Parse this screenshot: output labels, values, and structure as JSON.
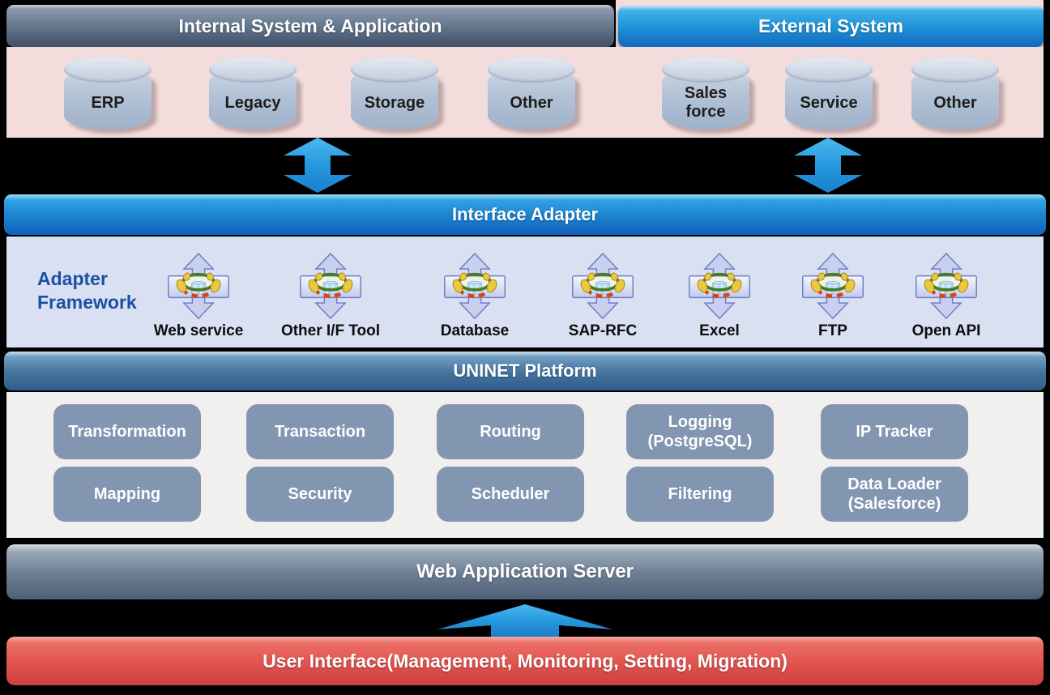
{
  "header": {
    "internal_label": "Internal System & Application",
    "external_label": "External System"
  },
  "systems": {
    "internal": [
      "ERP",
      "Legacy",
      "Storage",
      "Other"
    ],
    "external": [
      "Sales force",
      "Service",
      "Other"
    ]
  },
  "interface_adapter": {
    "title": "Interface Adapter",
    "framework_label": "Adapter Framework",
    "adapters": [
      "Web service",
      "Other I/F Tool",
      "Database",
      "SAP-RFC",
      "Excel",
      "FTP",
      "Open API"
    ]
  },
  "platform": {
    "title": "UNINET Platform",
    "modules_row1": [
      "Transformation",
      "Transaction",
      "Routing",
      "Logging (PostgreSQL)",
      "IP Tracker"
    ],
    "modules_row2": [
      "Mapping",
      "Security",
      "Scheduler",
      "Filtering",
      "Data Loader (Salesforce)"
    ]
  },
  "web_application_server": {
    "title": "Web Application Server"
  },
  "user_interface": {
    "title": "User Interface(Management, Monitoring, Setting, Migration)"
  },
  "colors": {
    "background": "#000000",
    "internal_bar": "#55657c",
    "external_bar": "#1a7fd0",
    "systems_band": "#f2dcdc",
    "interface_adapter_bar": "#1d83d0",
    "adapter_body": "#d9e0f2",
    "adapter_framework_text": "#1d4fa3",
    "platform_bar": "#47759f",
    "platform_body": "#f1f0ee",
    "module_box": "#8296b1",
    "web_app_server_bar": "#6c7d92",
    "user_interface_bar": "#e0534e",
    "arrow_blue": "#29a3e3"
  }
}
